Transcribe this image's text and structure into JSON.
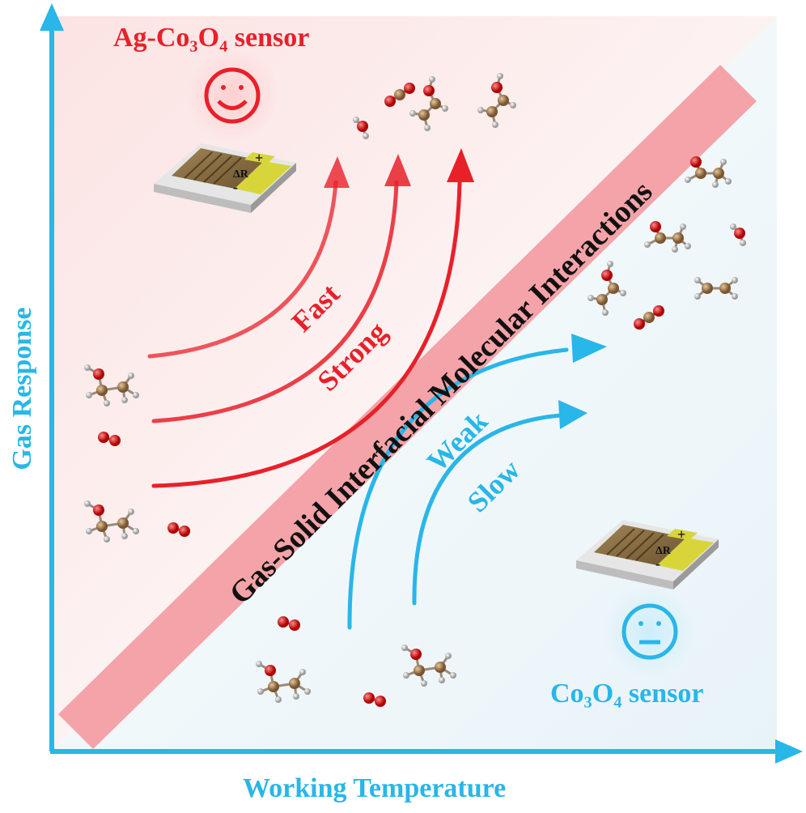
{
  "axes": {
    "y_title": "Gas Response",
    "x_title": "Working Temperature"
  },
  "sensors": {
    "ag": {
      "title": "Ag-Co₃O₄ sensor",
      "mood": "smiling-face"
    },
    "co": {
      "title": "Co₃O₄ sensor",
      "mood": "neutral-face"
    },
    "chip_label": "ΔR",
    "plus": "+",
    "minus": "-"
  },
  "banner": {
    "text": "Gas-Solid Interfacial Molecular Interactions"
  },
  "labels": {
    "fast": "Fast",
    "strong": "Strong",
    "weak": "Weak",
    "slow": "Slow"
  },
  "colors": {
    "axis": "#29b6e8",
    "red": "#e8202a",
    "blue": "#29b6e8",
    "banner": "#f4a3a8",
    "carbon": "#a0774a",
    "oxygen": "#e01010",
    "hydrogen": "#d8d8d8"
  }
}
